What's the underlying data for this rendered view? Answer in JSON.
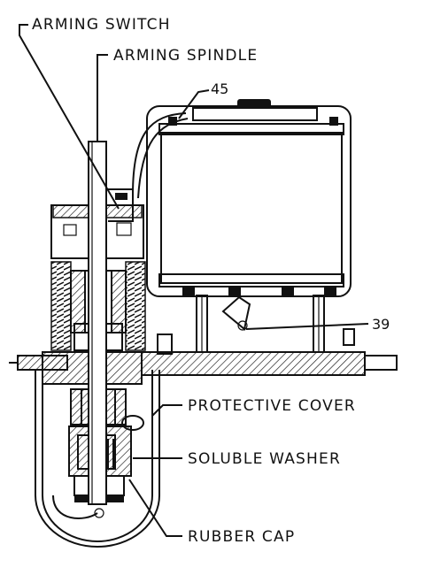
{
  "labels": {
    "arming_switch": "ARMING SWITCH",
    "arming_spindle": "ARMING SPINDLE",
    "callout_45": "45",
    "callout_39": "39",
    "protective_cover": "PROTECTIVE COVER",
    "soluble_washer": "SOLUBLE WASHER",
    "rubber_cap": "RUBBER CAP"
  }
}
